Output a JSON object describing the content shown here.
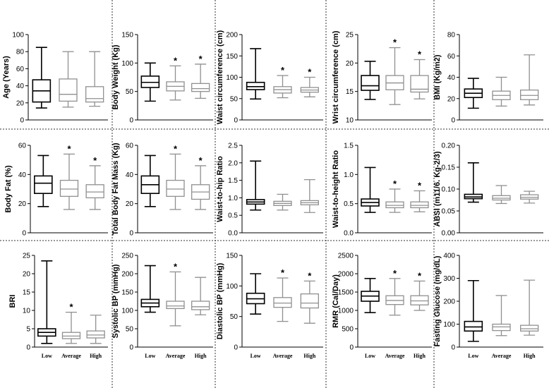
{
  "chart_data": [
    {
      "type": "box",
      "ylabel": "Age (Years)",
      "ylim": [
        0,
        100
      ],
      "yticks": [
        0,
        20,
        40,
        60,
        80,
        100
      ],
      "categories": [
        "Low",
        "Average",
        "High"
      ],
      "show_categories": false,
      "boxes": [
        {
          "min": 14,
          "q1": 21,
          "median": 34,
          "q3": 47,
          "max": 85
        },
        {
          "min": 15,
          "q1": 22,
          "median": 30,
          "q3": 48,
          "max": 80
        },
        {
          "min": 16,
          "q1": 21,
          "median": 25,
          "q3": 39,
          "max": 80
        }
      ],
      "significant": [
        false,
        false,
        false
      ]
    },
    {
      "type": "box",
      "ylabel": "Body Weight (Kg)",
      "ylim": [
        0,
        150
      ],
      "yticks": [
        0,
        50,
        100,
        150
      ],
      "categories": [
        "Low",
        "Average",
        "High"
      ],
      "show_categories": false,
      "boxes": [
        {
          "min": 33,
          "q1": 57,
          "median": 66,
          "q3": 77,
          "max": 100
        },
        {
          "min": 35,
          "q1": 51,
          "median": 59,
          "q3": 67,
          "max": 95
        },
        {
          "min": 38,
          "q1": 50,
          "median": 55,
          "q3": 64,
          "max": 98
        }
      ],
      "significant": [
        false,
        true,
        true
      ]
    },
    {
      "type": "box",
      "ylabel": "Waist  circumference (cm)",
      "ylim": [
        0,
        200
      ],
      "yticks": [
        0,
        50,
        100,
        150,
        200
      ],
      "categories": [
        "Low",
        "Average",
        "High"
      ],
      "show_categories": false,
      "boxes": [
        {
          "min": 49,
          "q1": 71,
          "median": 78,
          "q3": 88,
          "max": 167
        },
        {
          "min": 52,
          "q1": 63,
          "median": 71,
          "q3": 78,
          "max": 104
        },
        {
          "min": 54,
          "q1": 65,
          "median": 70,
          "q3": 76,
          "max": 100
        }
      ],
      "significant": [
        false,
        true,
        true
      ]
    },
    {
      "type": "box",
      "ylabel": "Wrist circumference (cm)",
      "ylim": [
        10,
        25
      ],
      "yticks": [
        10,
        15,
        20,
        25
      ],
      "categories": [
        "Low",
        "Average",
        "High"
      ],
      "show_categories": false,
      "boxes": [
        {
          "min": 13.6,
          "q1": 15.2,
          "median": 16,
          "q3": 17.8,
          "max": 20.3
        },
        {
          "min": 12.7,
          "q1": 15.3,
          "median": 16.5,
          "q3": 17.8,
          "max": 22.7
        },
        {
          "min": 13.7,
          "q1": 14.9,
          "median": 15.4,
          "q3": 17.8,
          "max": 20.6
        }
      ],
      "significant": [
        false,
        true,
        true
      ]
    },
    {
      "type": "box",
      "ylabel": "BMI (Kg/m2)",
      "ylim": [
        0,
        80
      ],
      "yticks": [
        0,
        20,
        40,
        60,
        80
      ],
      "categories": [
        "Low",
        "Average",
        "High"
      ],
      "show_categories": false,
      "boxes": [
        {
          "min": 11,
          "q1": 21,
          "median": 25,
          "q3": 29,
          "max": 39
        },
        {
          "min": 13,
          "q1": 19,
          "median": 23,
          "q3": 27,
          "max": 40
        },
        {
          "min": 14,
          "q1": 19,
          "median": 23,
          "q3": 28,
          "max": 61
        }
      ],
      "significant": [
        false,
        false,
        false
      ]
    },
    {
      "type": "box",
      "ylabel": "Body Fat (%)",
      "ylim": [
        0,
        60
      ],
      "yticks": [
        0,
        20,
        40,
        60
      ],
      "categories": [
        "Low",
        "Average",
        "High"
      ],
      "show_categories": false,
      "boxes": [
        {
          "min": 18,
          "q1": 27,
          "median": 34,
          "q3": 39,
          "max": 53
        },
        {
          "min": 16,
          "q1": 25,
          "median": 30,
          "q3": 36,
          "max": 54
        },
        {
          "min": 16,
          "q1": 24,
          "median": 28,
          "q3": 33,
          "max": 46
        }
      ],
      "significant": [
        false,
        true,
        true
      ]
    },
    {
      "type": "box",
      "ylabel": "Total Body Fat Mass (Kg)",
      "ylim": [
        0,
        60
      ],
      "yticks": [
        0,
        20,
        40,
        60
      ],
      "categories": [
        "Low",
        "Average",
        "High"
      ],
      "show_categories": false,
      "boxes": [
        {
          "min": 18,
          "q1": 27,
          "median": 33,
          "q3": 39,
          "max": 53
        },
        {
          "min": 16,
          "q1": 25,
          "median": 30,
          "q3": 36,
          "max": 54
        },
        {
          "min": 16,
          "q1": 23,
          "median": 28,
          "q3": 33,
          "max": 46
        }
      ],
      "significant": [
        false,
        true,
        true
      ]
    },
    {
      "type": "box",
      "ylabel": "Waist-to-hip Ratio",
      "ylim": [
        0,
        2.5
      ],
      "yticks": [
        0.0,
        0.5,
        1.0,
        1.5,
        2.0,
        2.5
      ],
      "categories": [
        "Low",
        "Average",
        "High"
      ],
      "show_categories": false,
      "boxes": [
        {
          "min": 0.65,
          "q1": 0.82,
          "median": 0.88,
          "q3": 0.95,
          "max": 2.05
        },
        {
          "min": 0.65,
          "q1": 0.78,
          "median": 0.84,
          "q3": 0.9,
          "max": 1.1
        },
        {
          "min": 0.58,
          "q1": 0.8,
          "median": 0.86,
          "q3": 0.92,
          "max": 1.52
        }
      ],
      "significant": [
        false,
        false,
        false
      ]
    },
    {
      "type": "box",
      "ylabel": "Waist-to-height Ratio",
      "ylim": [
        0,
        1.5
      ],
      "yticks": [
        0.0,
        0.5,
        1.0,
        1.5
      ],
      "categories": [
        "Low",
        "Average",
        "High"
      ],
      "show_categories": false,
      "boxes": [
        {
          "min": 0.35,
          "q1": 0.46,
          "median": 0.52,
          "q3": 0.58,
          "max": 1.12
        },
        {
          "min": 0.35,
          "q1": 0.43,
          "median": 0.47,
          "q3": 0.53,
          "max": 0.75
        },
        {
          "min": 0.36,
          "q1": 0.43,
          "median": 0.47,
          "q3": 0.53,
          "max": 0.72
        }
      ],
      "significant": [
        false,
        true,
        true
      ]
    },
    {
      "type": "box",
      "ylabel": "ABSI (m11/6. Kg-2/3)",
      "ylim": [
        0,
        0.2
      ],
      "yticks": [
        0.0,
        0.05,
        0.1,
        0.15,
        0.2
      ],
      "categories": [
        "Low",
        "Average",
        "High"
      ],
      "show_categories": false,
      "boxes": [
        {
          "min": 0.07,
          "q1": 0.078,
          "median": 0.082,
          "q3": 0.088,
          "max": 0.16
        },
        {
          "min": 0.067,
          "q1": 0.075,
          "median": 0.079,
          "q3": 0.085,
          "max": 0.108
        },
        {
          "min": 0.068,
          "q1": 0.077,
          "median": 0.081,
          "q3": 0.087,
          "max": 0.095
        }
      ],
      "significant": [
        false,
        false,
        false
      ]
    },
    {
      "type": "box",
      "ylabel": "BRI",
      "ylim": [
        0,
        25
      ],
      "yticks": [
        0,
        5,
        10,
        15,
        20,
        25
      ],
      "categories": [
        "Low",
        "Average",
        "High"
      ],
      "show_categories": true,
      "boxes": [
        {
          "min": 1,
          "q1": 3,
          "median": 4,
          "q3": 5,
          "max": 23.5
        },
        {
          "min": 1,
          "q1": 2.3,
          "median": 3,
          "q3": 4,
          "max": 9.5
        },
        {
          "min": 1,
          "q1": 2.5,
          "median": 3.3,
          "q3": 4.4,
          "max": 8.7
        }
      ],
      "significant": [
        false,
        true,
        false
      ]
    },
    {
      "type": "box",
      "ylabel": "Systolic BP (mmHg)",
      "ylim": [
        0,
        250
      ],
      "yticks": [
        0,
        50,
        100,
        150,
        200,
        250
      ],
      "categories": [
        "Low",
        "Average",
        "High"
      ],
      "show_categories": true,
      "boxes": [
        {
          "min": 95,
          "q1": 110,
          "median": 120,
          "q3": 130,
          "max": 222
        },
        {
          "min": 58,
          "q1": 105,
          "median": 112,
          "q3": 125,
          "max": 205
        },
        {
          "min": 88,
          "q1": 102,
          "median": 110,
          "q3": 125,
          "max": 190
        }
      ],
      "significant": [
        false,
        true,
        false
      ]
    },
    {
      "type": "box",
      "ylabel": "Diastolic BP (mmHg)",
      "ylim": [
        0,
        150
      ],
      "yticks": [
        0,
        50,
        100,
        150
      ],
      "categories": [
        "Low",
        "Average",
        "High"
      ],
      "show_categories": true,
      "boxes": [
        {
          "min": 54,
          "q1": 71,
          "median": 79,
          "q3": 88,
          "max": 120
        },
        {
          "min": 42,
          "q1": 65,
          "median": 72,
          "q3": 81,
          "max": 113
        },
        {
          "min": 39,
          "q1": 64,
          "median": 72,
          "q3": 87,
          "max": 108
        }
      ],
      "significant": [
        false,
        true,
        true
      ]
    },
    {
      "type": "box",
      "ylabel": "RMR (Cal/Day)",
      "ylim": [
        0,
        2500
      ],
      "yticks": [
        0,
        500,
        1000,
        1500,
        2000,
        2500
      ],
      "categories": [
        "Low",
        "Average",
        "High"
      ],
      "show_categories": true,
      "boxes": [
        {
          "min": 940,
          "q1": 1250,
          "median": 1390,
          "q3": 1520,
          "max": 1870
        },
        {
          "min": 870,
          "q1": 1160,
          "median": 1270,
          "q3": 1400,
          "max": 1870
        },
        {
          "min": 1000,
          "q1": 1150,
          "median": 1260,
          "q3": 1400,
          "max": 1800
        }
      ],
      "significant": [
        false,
        true,
        true
      ]
    },
    {
      "type": "box",
      "ylabel": "Fasting Glucose (mg/dL)",
      "ylim": [
        0,
        400
      ],
      "yticks": [
        0,
        100,
        200,
        300,
        400
      ],
      "categories": [
        "Low",
        "Average",
        "High"
      ],
      "show_categories": true,
      "boxes": [
        {
          "min": 25,
          "q1": 70,
          "median": 88,
          "q3": 112,
          "max": 290
        },
        {
          "min": 50,
          "q1": 72,
          "median": 88,
          "q3": 100,
          "max": 225
        },
        {
          "min": 52,
          "q1": 70,
          "median": 80,
          "q3": 95,
          "max": 292
        }
      ],
      "significant": [
        false,
        false,
        false
      ]
    }
  ],
  "colors": {
    "low": "#000000",
    "average": "#909090",
    "high": "#909090",
    "star": "#000000"
  },
  "significance_marker": "*"
}
